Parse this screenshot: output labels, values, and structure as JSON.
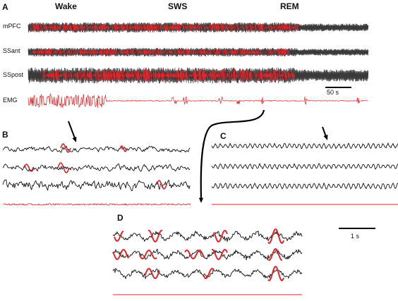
{
  "figure": {
    "panels": {
      "a": "A",
      "b": "B",
      "c": "C",
      "d": "D"
    },
    "states": {
      "wake": "Wake",
      "sws": "SWS",
      "rem": "REM"
    },
    "traces": {
      "mpfc": "mPFC",
      "ssant": "SSant",
      "sspost": "SSpost",
      "emg": "EMG"
    },
    "scalebars": {
      "long": "50 s",
      "short": "1 s"
    },
    "colors": {
      "signal": "#3a3a3a",
      "highlight": "#e0252a",
      "emg": "#e0252a",
      "arrow": "#000000"
    }
  }
}
